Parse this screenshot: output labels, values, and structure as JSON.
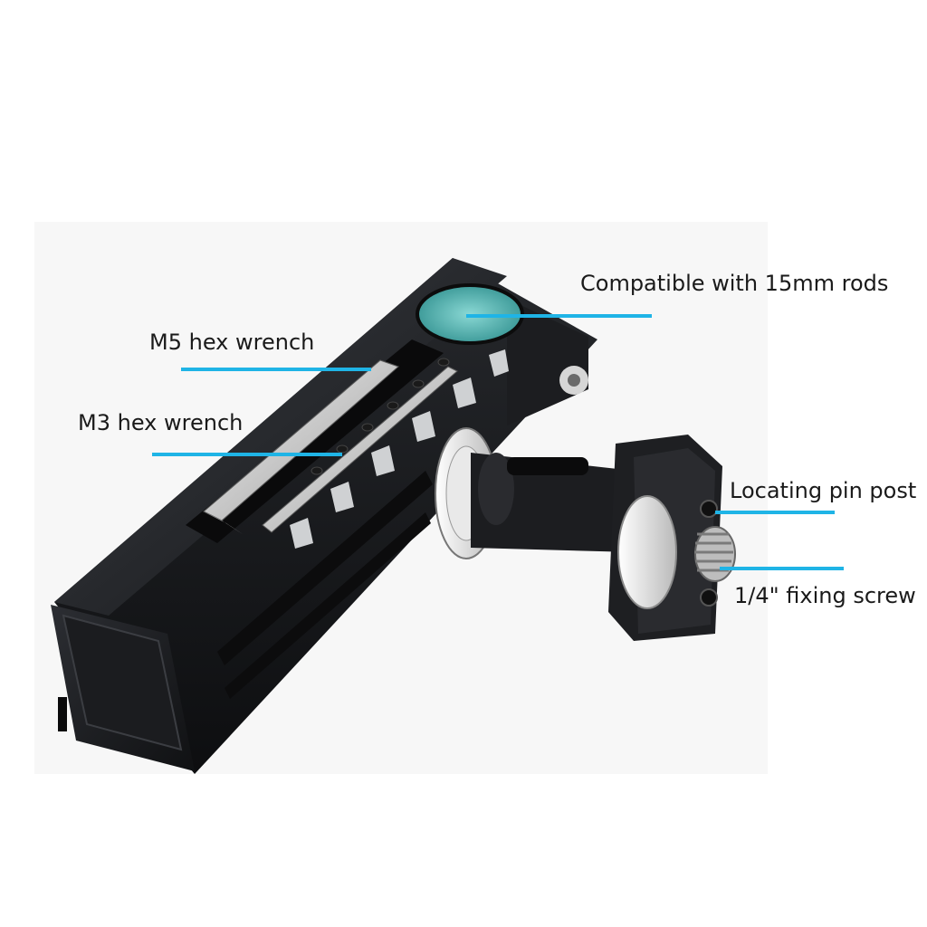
{
  "callouts": {
    "rods": "Compatible with 15mm rods",
    "m5": "M5 hex wrench",
    "m3": "M3 hex wrench",
    "pin": "Locating pin post",
    "screw": "1/4\" fixing screw"
  },
  "colors": {
    "leader_line": "#1fb4e6",
    "body": "#17181b",
    "rod_hole": "#4fb8b6",
    "wrench": "#d8d8d8"
  }
}
